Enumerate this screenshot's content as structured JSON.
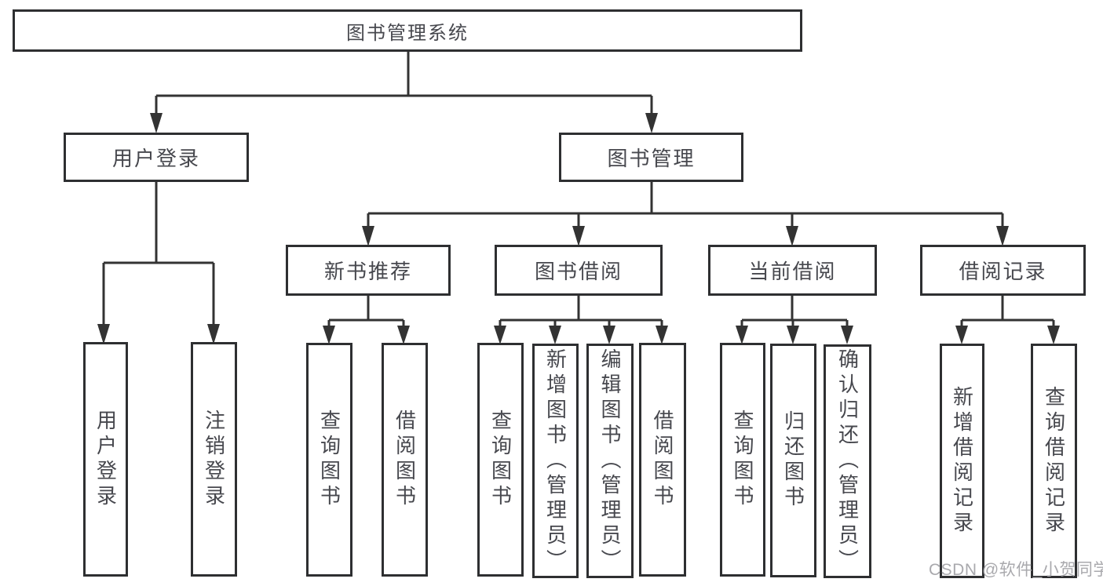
{
  "colors": {
    "line": "#333333",
    "box_border": "#2e2f31",
    "box_text": "#47484e",
    "background": "#ffffff",
    "watermark": "#a9a9ad"
  },
  "watermark": {
    "text": "CSDN @软件_小贺同学"
  },
  "tree": {
    "root": {
      "label": "图书管理系统"
    },
    "branches": [
      {
        "label": "用户登录",
        "children": [
          {
            "label": "用户登录"
          },
          {
            "label": "注销登录"
          }
        ]
      },
      {
        "label": "图书管理",
        "children": [
          {
            "label": "新书推荐",
            "children": [
              {
                "label": "查询图书"
              },
              {
                "label": "借阅图书"
              }
            ]
          },
          {
            "label": "图书借阅",
            "children": [
              {
                "label": "查询图书"
              },
              {
                "label": "新增图书（管理员）"
              },
              {
                "label": "编辑图书（管理员）"
              },
              {
                "label": "借阅图书"
              }
            ]
          },
          {
            "label": "当前借阅",
            "children": [
              {
                "label": "查询图书"
              },
              {
                "label": "归还图书"
              },
              {
                "label": "确认归还（管理员）"
              }
            ]
          },
          {
            "label": "借阅记录",
            "children": [
              {
                "label": "新增借阅记录"
              },
              {
                "label": "查询借阅记录"
              }
            ]
          }
        ]
      }
    ]
  }
}
